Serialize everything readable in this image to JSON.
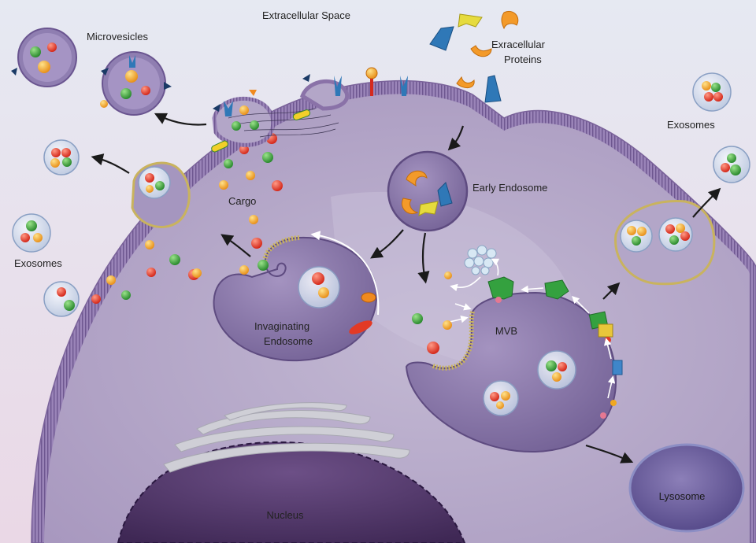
{
  "labels": {
    "extracellular_space": "Extracellular Space",
    "microvesicles": "Microvesicles",
    "exracellular_proteins_line1": "Exracellular",
    "exracellular_proteins_line2": "Proteins",
    "exosomes_right": "Exosomes",
    "exosomes_left": "Exosomes",
    "early_endosome": "Early Endosome",
    "cargo": "Cargo",
    "invaginating_endosome_line1": "Invaginating",
    "invaginating_endosome_line2": "Endosome",
    "mvb": "MVB",
    "lysosome": "Lysosome",
    "nucleus": "Nucleus"
  },
  "colors": {
    "background_top": "#e6e9f2",
    "background_bottom": "#ead8e6",
    "cytoplasm": "#b7abc9",
    "membrane": "#8a72a8",
    "organelle": "#8f7ead",
    "nucleus": "#5b3f73",
    "red_sphere": "#e8402c",
    "orange_sphere": "#f5a623",
    "green_sphere": "#3aa63a",
    "blue_protein": "#2f78b7",
    "yellow_protein": "#e5d53a"
  }
}
